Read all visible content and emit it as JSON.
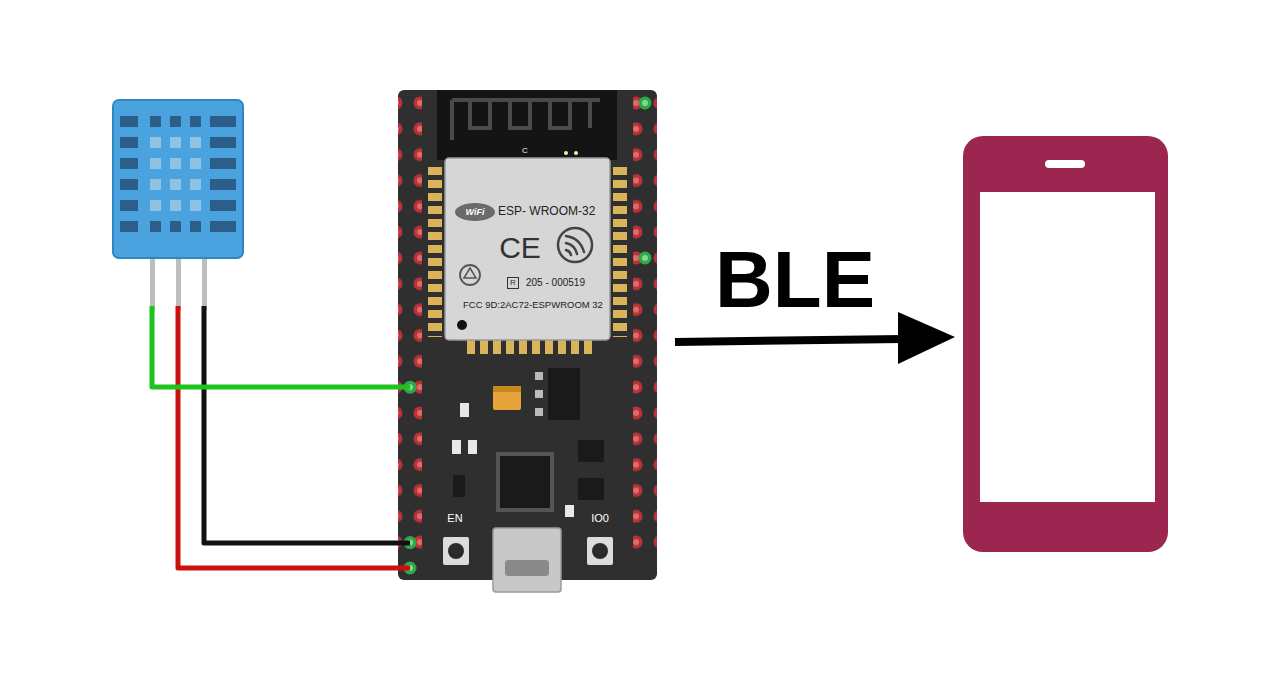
{
  "diagram": {
    "nodes": [
      {
        "text": [
          "C",
          "EN",
          "IO0"
        ]
      },
      {
        "text": [
          "WiFi",
          "ESP- WROOM-32",
          "CE",
          "R",
          "205 - 000519",
          "FCC 9D:2AC72-ESPWROOM 32"
        ],
        "in": 0
      }
    ],
    "labels": [
      "BLE"
    ]
  }
}
